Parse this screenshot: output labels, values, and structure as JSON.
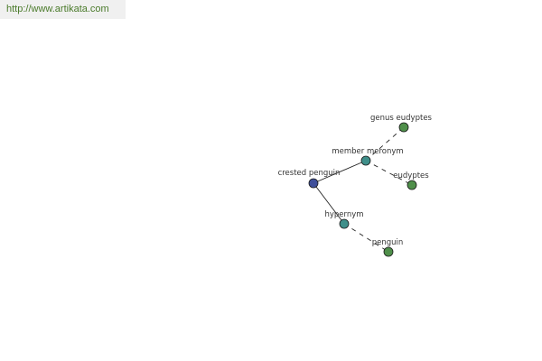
{
  "banner": {
    "url": "http://www.artikata.com"
  },
  "colors": {
    "focus_node": "#3f4f9a",
    "relation_node": "#3f8f8a",
    "leaf_node": "#4f8f4a",
    "edge": "#222222",
    "banner_text": "#4a7a2a"
  },
  "graph": {
    "nodes": [
      {
        "id": "crested-penguin",
        "label": "crested penguin",
        "kind": "focus"
      },
      {
        "id": "member-meronym",
        "label": "member meronym",
        "kind": "relation"
      },
      {
        "id": "hypernym",
        "label": "hypernym",
        "kind": "relation"
      },
      {
        "id": "genus-eudyptes",
        "label": "genus eudyptes",
        "kind": "leaf"
      },
      {
        "id": "eudyptes",
        "label": "eudyptes",
        "kind": "leaf"
      },
      {
        "id": "penguin",
        "label": "penguin",
        "kind": "leaf"
      }
    ],
    "edges": [
      {
        "from": "crested-penguin",
        "to": "member-meronym",
        "style": "solid"
      },
      {
        "from": "crested-penguin",
        "to": "hypernym",
        "style": "solid"
      },
      {
        "from": "member-meronym",
        "to": "genus-eudyptes",
        "style": "dashed"
      },
      {
        "from": "member-meronym",
        "to": "eudyptes",
        "style": "dashed"
      },
      {
        "from": "hypernym",
        "to": "penguin",
        "style": "dashed"
      }
    ]
  }
}
